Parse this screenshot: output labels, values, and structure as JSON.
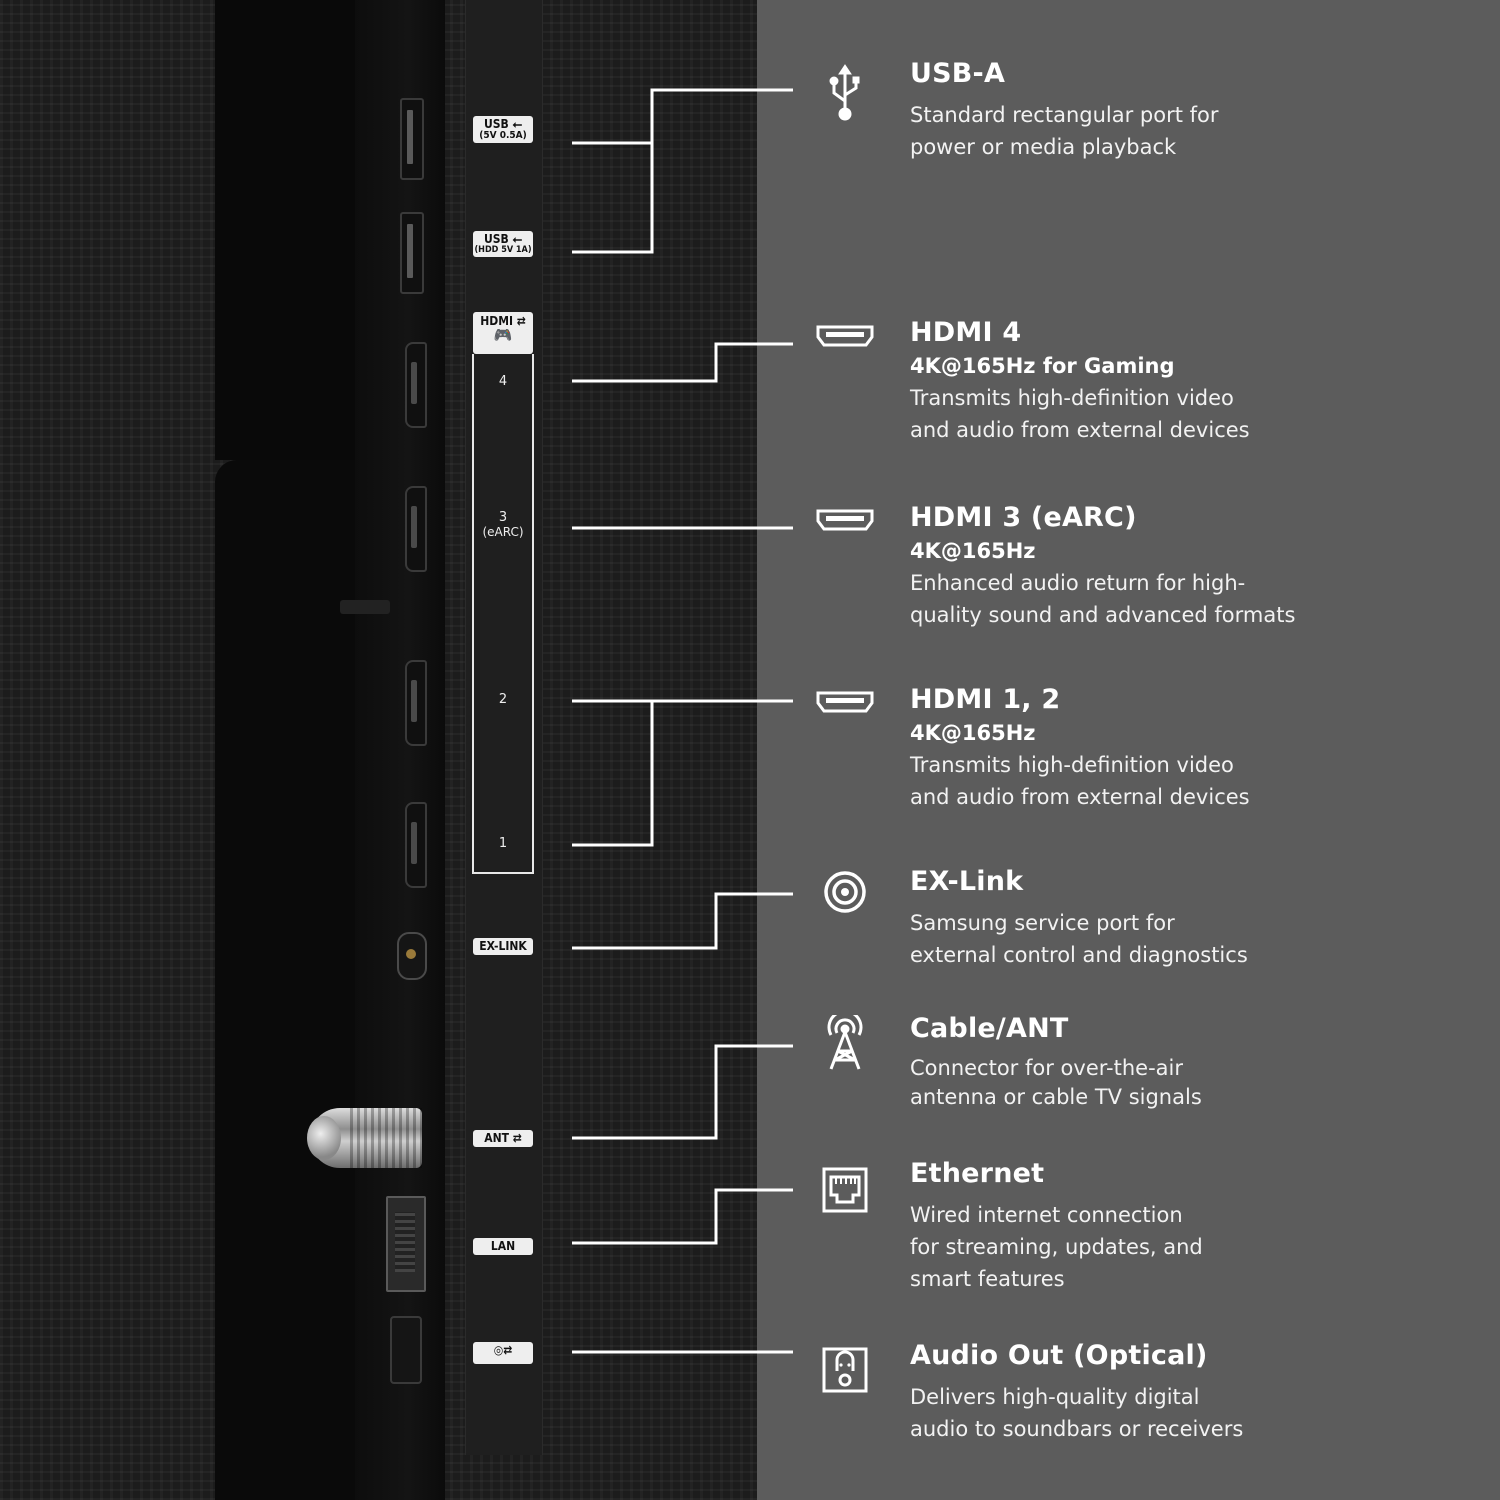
{
  "panel_labels": {
    "usb1": [
      "USB ⭠",
      "(5V 0.5A)"
    ],
    "usb2": [
      "USB ⭠",
      "(HDD 5V 1A)"
    ],
    "hdmi_head": "HDMI ⇄",
    "hdmi_4": "4",
    "hdmi_3": [
      "3",
      "(eARC)"
    ],
    "hdmi_2": "2",
    "hdmi_1": "1",
    "exlink": "EX-LINK",
    "ant": "ANT ⇄",
    "lan": "LAN",
    "optical": ""
  },
  "ports": [
    {
      "title": "USB-A",
      "subtitle": "",
      "description": [
        "Standard rectangular port for",
        "power or media playback"
      ],
      "icon": "usb-icon"
    },
    {
      "title": "HDMI 4",
      "subtitle": "4K@165Hz for Gaming",
      "description": [
        "Transmits high-definition video",
        "and audio from external devices"
      ],
      "icon": "hdmi-icon"
    },
    {
      "title": "HDMI 3 (eARC)",
      "subtitle": "4K@165Hz",
      "description": [
        "Enhanced audio return for high-",
        "quality sound and advanced formats"
      ],
      "icon": "hdmi-icon"
    },
    {
      "title": "HDMI 1, 2",
      "subtitle": "4K@165Hz",
      "description": [
        "Transmits high-definition video",
        "and audio from external devices"
      ],
      "icon": "hdmi-icon"
    },
    {
      "title": "EX-Link",
      "subtitle": "",
      "description": [
        "Samsung service port for",
        "external control and diagnostics"
      ],
      "icon": "exlink-icon"
    },
    {
      "title": "Cable/ANT",
      "subtitle": "",
      "description": [
        "Connector for over-the-air",
        "antenna or cable TV signals"
      ],
      "icon": "antenna-icon"
    },
    {
      "title": "Ethernet",
      "subtitle": "",
      "description": [
        "Wired internet connection",
        "for streaming, updates, and",
        "smart features"
      ],
      "icon": "ethernet-icon"
    },
    {
      "title": "Audio Out (Optical)",
      "subtitle": "",
      "description": [
        "Delivers high-quality digital",
        "audio to soundbars or receivers"
      ],
      "icon": "optical-icon"
    }
  ],
  "colors": {
    "panel_background": "#5c5c5c",
    "tv_body": "#1c1c1c",
    "text": "#ffffff",
    "leader_lines": "#ffffff"
  }
}
